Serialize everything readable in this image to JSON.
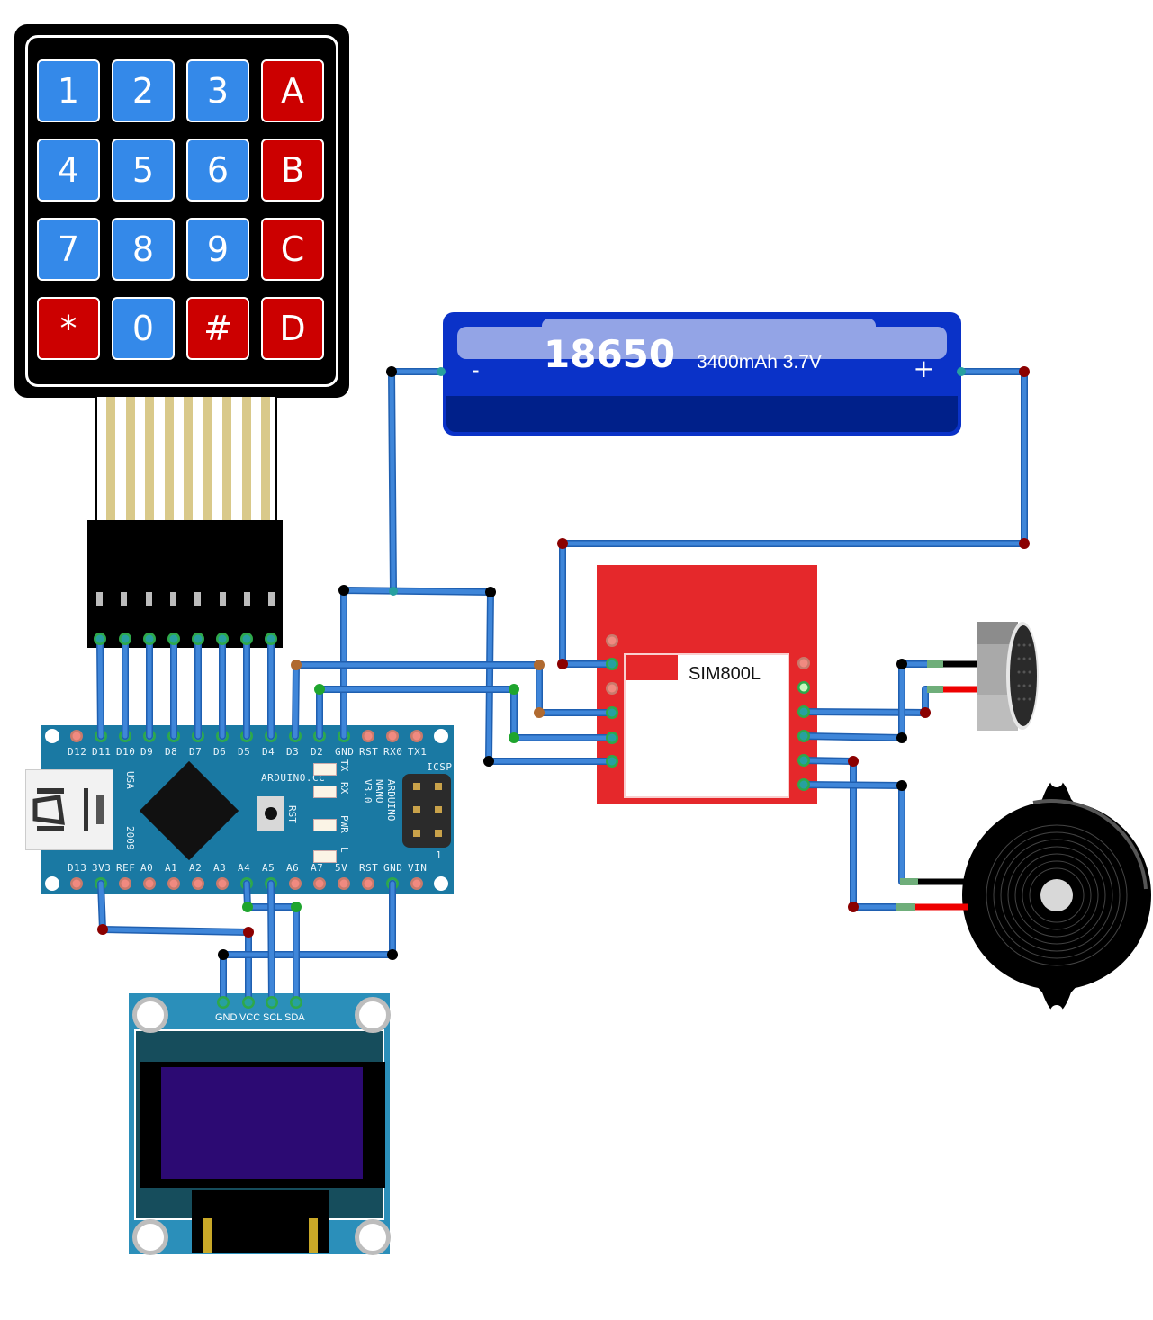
{
  "keypad": {
    "keys": [
      {
        "label": "1",
        "color": "blue"
      },
      {
        "label": "2",
        "color": "blue"
      },
      {
        "label": "3",
        "color": "blue"
      },
      {
        "label": "A",
        "color": "red"
      },
      {
        "label": "4",
        "color": "blue"
      },
      {
        "label": "5",
        "color": "blue"
      },
      {
        "label": "6",
        "color": "blue"
      },
      {
        "label": "B",
        "color": "red"
      },
      {
        "label": "7",
        "color": "blue"
      },
      {
        "label": "8",
        "color": "blue"
      },
      {
        "label": "9",
        "color": "blue"
      },
      {
        "label": "C",
        "color": "red"
      },
      {
        "label": "*",
        "color": "red"
      },
      {
        "label": "0",
        "color": "blue"
      },
      {
        "label": "#",
        "color": "red"
      },
      {
        "label": "D",
        "color": "red"
      }
    ],
    "colors": {
      "blue": "#3489e9",
      "red": "#cc0000"
    }
  },
  "battery": {
    "model": "18650",
    "spec": "3400mAh  3.7V",
    "minus": "-",
    "plus": "+"
  },
  "sim_module": {
    "label": "SIM800L"
  },
  "arduino": {
    "top_pins": [
      "D12",
      "D11",
      "D10",
      "D9",
      "D8",
      "D7",
      "D6",
      "D5",
      "D4",
      "D3",
      "D2",
      "GND",
      "RST",
      "RX0",
      "TX1"
    ],
    "bottom_pins": [
      "D13",
      "3V3",
      "REF",
      "A0",
      "A1",
      "A2",
      "A3",
      "A4",
      "A5",
      "A6",
      "A7",
      "5V",
      "RST",
      "GND",
      "VIN"
    ],
    "brand": "ARDUINO.CC",
    "model_lines": [
      "ARDUINO",
      "NANO",
      "V3.0"
    ],
    "usb_text": "USA",
    "year_text": "2009",
    "rst_label": "RST",
    "led_labels": [
      "TX",
      "RX",
      "PWR",
      "L"
    ],
    "icsp_label": "ICSP",
    "icsp_pin1": "1"
  },
  "oled": {
    "pins": [
      "GND",
      "VCC",
      "SCL",
      "SDA"
    ]
  },
  "colors": {
    "wire": "#3f86d9",
    "wire_edge": "#1f5fb0",
    "pcb_blue": "#1a79a3",
    "sim_red": "#e5282b",
    "oled_screen": "#2c0a73"
  }
}
